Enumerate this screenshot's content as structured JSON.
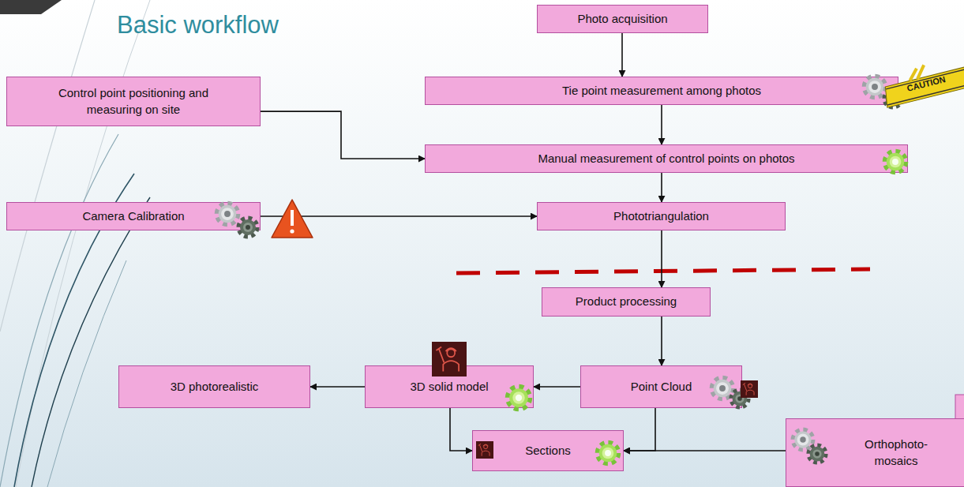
{
  "diagram": {
    "title": "Basic workflow",
    "nodes": [
      {
        "text": [
          "Photo acquisition"
        ]
      },
      {
        "text": [
          "Tie point measurement among photos"
        ]
      },
      {
        "text": [
          "Control point positioning and measuring on site"
        ]
      },
      {
        "text": [
          "Manual measurement of control points on photos"
        ]
      },
      {
        "text": [
          "Camera Calibration"
        ]
      },
      {
        "text": [
          "Phototriangulation"
        ]
      },
      {
        "text": [
          "Product processing"
        ]
      },
      {
        "text": [
          "Point Cloud"
        ]
      },
      {
        "text": [
          "3D solid model"
        ]
      },
      {
        "text": [
          "3D photorealistic"
        ]
      },
      {
        "text": [
          "Sections"
        ]
      },
      {
        "text": [
          "Orthophoto- mosaics"
        ]
      }
    ],
    "edges": [
      {
        "from": 0,
        "to": 1,
        "arrow": "to"
      },
      {
        "from": 1,
        "to": 3,
        "arrow": "to"
      },
      {
        "from": 2,
        "to": 3,
        "arrow": "to"
      },
      {
        "from": 3,
        "to": 5,
        "arrow": "to"
      },
      {
        "from": 4,
        "to": 5,
        "arrow": "to"
      },
      {
        "from": 5,
        "to": 6,
        "arrow": "to"
      },
      {
        "from": 6,
        "to": 7,
        "arrow": "to"
      },
      {
        "from": 7,
        "to": 8,
        "arrow": "to"
      },
      {
        "from": 8,
        "to": 9,
        "arrow": "to"
      },
      {
        "from": 8,
        "to": 10,
        "arrow": "to"
      },
      {
        "from": 7,
        "to": 10,
        "arrow": "to"
      },
      {
        "from": 11,
        "to": 10,
        "arrow": "to"
      }
    ],
    "labels": [
      "CAUTION"
    ]
  }
}
